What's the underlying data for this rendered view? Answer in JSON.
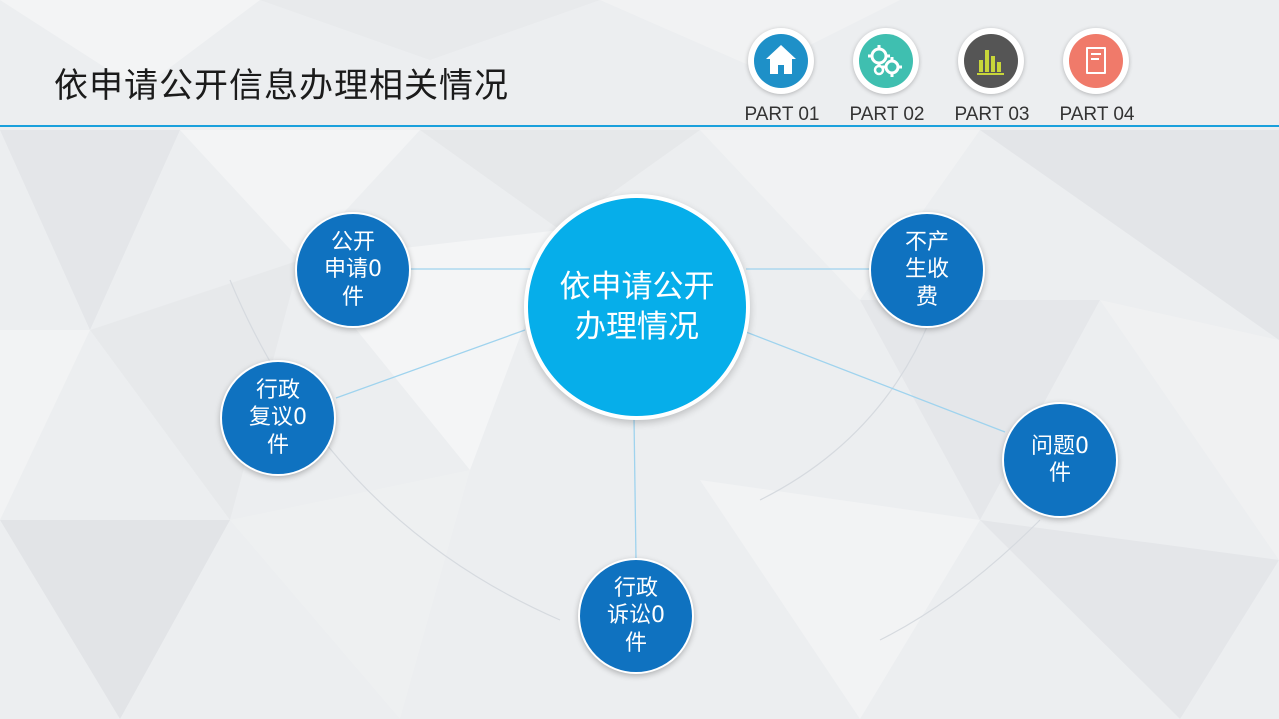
{
  "title": "依申请公开信息办理相关情况",
  "nav": [
    {
      "label": "PART 01",
      "icon": "house-icon",
      "color": "#1e90c8"
    },
    {
      "label": "PART 02",
      "icon": "gears-icon",
      "color": "#3fbfb0"
    },
    {
      "label": "PART 03",
      "icon": "bar-chart-icon",
      "color": "#555555"
    },
    {
      "label": "PART 04",
      "icon": "notebook-icon",
      "color": "#f07a6a"
    }
  ],
  "diagram": {
    "center": "依申请公开\n办理情况",
    "nodes": {
      "application": "公开\n申请0\n件",
      "review": "行政\n复议0\n件",
      "litigation": "行政\n诉讼0\n件",
      "fees": "不产\n生收\n费",
      "issues": "问题0\n件"
    }
  },
  "colors": {
    "accent": "#1aa0dc",
    "center_node": "#06aeea",
    "satellite_node": "#0f72c0"
  }
}
